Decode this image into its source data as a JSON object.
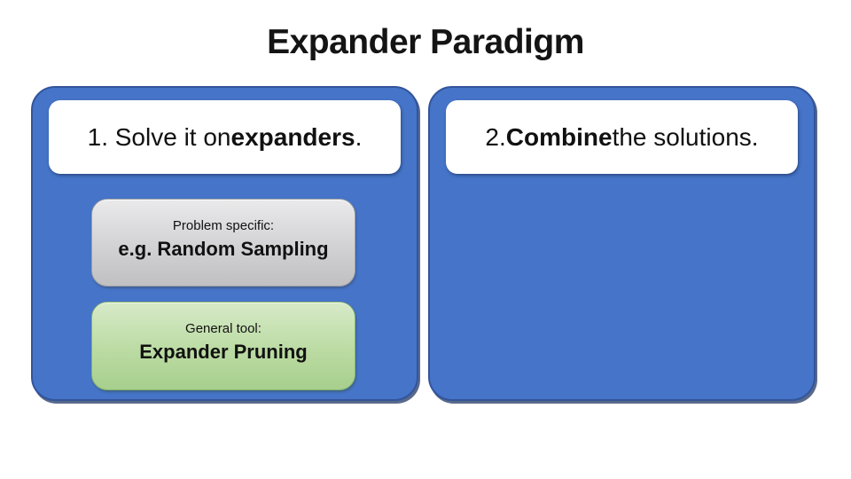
{
  "title": "Expander Paradigm",
  "colors": {
    "panel_blue": "#4574C8",
    "panel_border_dark": "#33549b",
    "panel_shadow": "#213763",
    "gray_box_top": "#eaeaeb",
    "gray_box_bottom": "#c0c0c3",
    "green_box_top": "#d7eac8",
    "green_box_bottom": "#a7cf8d",
    "title_text": "#141414"
  },
  "panels": [
    {
      "id": "step1",
      "card_segments": [
        {
          "text": "1. Solve it on ",
          "bold": false
        },
        {
          "text": "expanders",
          "bold": true
        },
        {
          "text": ".",
          "bold": false
        }
      ],
      "sub_boxes": [
        {
          "kind": "problem-specific",
          "label": "Problem specific:",
          "text": "e.g. Random Sampling"
        },
        {
          "kind": "general-tool",
          "label": "General tool:",
          "text": "Expander Pruning"
        }
      ]
    },
    {
      "id": "step2",
      "card_segments": [
        {
          "text": "2. ",
          "bold": false
        },
        {
          "text": "Combine",
          "bold": true
        },
        {
          "text": " the solutions.",
          "bold": false
        }
      ]
    }
  ]
}
